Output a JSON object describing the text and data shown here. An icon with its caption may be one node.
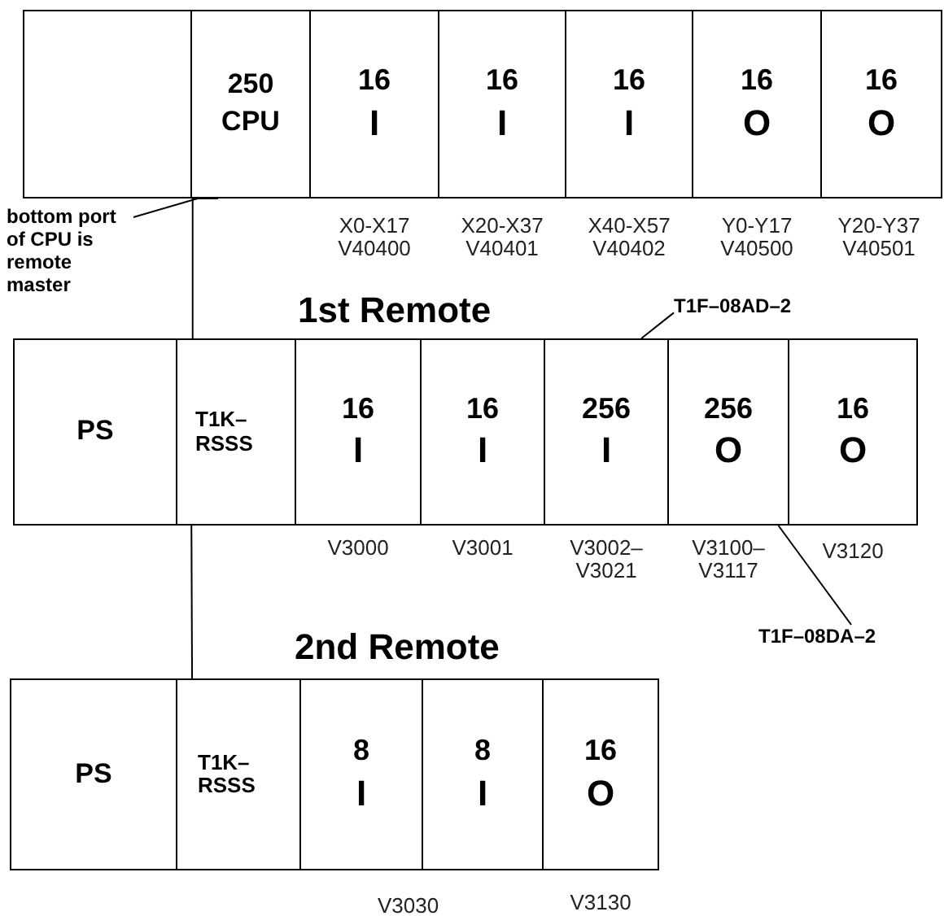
{
  "diagram": {
    "nodes": [
      {
        "text": [],
        "shape": "box"
      },
      {
        "text": [
          "250",
          "CPU"
        ]
      },
      {
        "text": [
          "16",
          "I"
        ],
        "beside": [
          "X0-X17 V40400"
        ]
      },
      {
        "text": [
          "16",
          "I"
        ],
        "beside": [
          "X20-X37 V40401"
        ]
      },
      {
        "text": [
          "16",
          "I"
        ],
        "beside": [
          "X40-X57 V40402"
        ]
      },
      {
        "text": [
          "16",
          "O"
        ],
        "beside": [
          "Y0-Y17 V40500"
        ]
      },
      {
        "text": [
          "16",
          "O"
        ],
        "beside": [
          "Y20-Y37 V40501"
        ]
      },
      {
        "text": [
          "bottom port of CPU is remote master"
        ]
      },
      {
        "text": [
          "T1F–08AD–2"
        ]
      },
      {
        "text": [
          "PS"
        ]
      },
      {
        "text": [
          "T1K– RSSS"
        ]
      },
      {
        "text": [
          "16",
          "I"
        ],
        "beside": [
          "V3000"
        ]
      },
      {
        "text": [
          "16",
          "I"
        ],
        "beside": [
          "V3001"
        ]
      },
      {
        "text": [
          "256",
          "I"
        ],
        "beside": [
          "V3002– V3021"
        ]
      },
      {
        "text": [
          "256",
          "O"
        ],
        "beside": [
          "V3100– V3117"
        ]
      },
      {
        "text": [
          "16",
          "O"
        ],
        "beside": [
          "V3120"
        ]
      },
      {
        "text": [
          "T1F–08DA–2"
        ]
      },
      {
        "text": [
          "PS"
        ]
      },
      {
        "text": [
          "T1K– RSSS"
        ]
      },
      {
        "text": [
          "8",
          "I"
        ]
      },
      {
        "text": [
          "8",
          "I"
        ]
      },
      {
        "text": [
          "16",
          "O"
        ],
        "beside": [
          "V3130"
        ]
      }
    ],
    "edges": [
      {
        "from": 7,
        "to": 1,
        "arrow": "none"
      },
      {
        "from": 1,
        "to": 10,
        "arrow": "none"
      },
      {
        "from": 10,
        "to": 18,
        "arrow": "none"
      },
      {
        "from": 8,
        "to": 13,
        "arrow": "none"
      },
      {
        "from": 16,
        "to": 14,
        "arrow": "none"
      }
    ],
    "labels": [
      "1st Remote",
      "2nd Remote",
      "V3030"
    ]
  }
}
